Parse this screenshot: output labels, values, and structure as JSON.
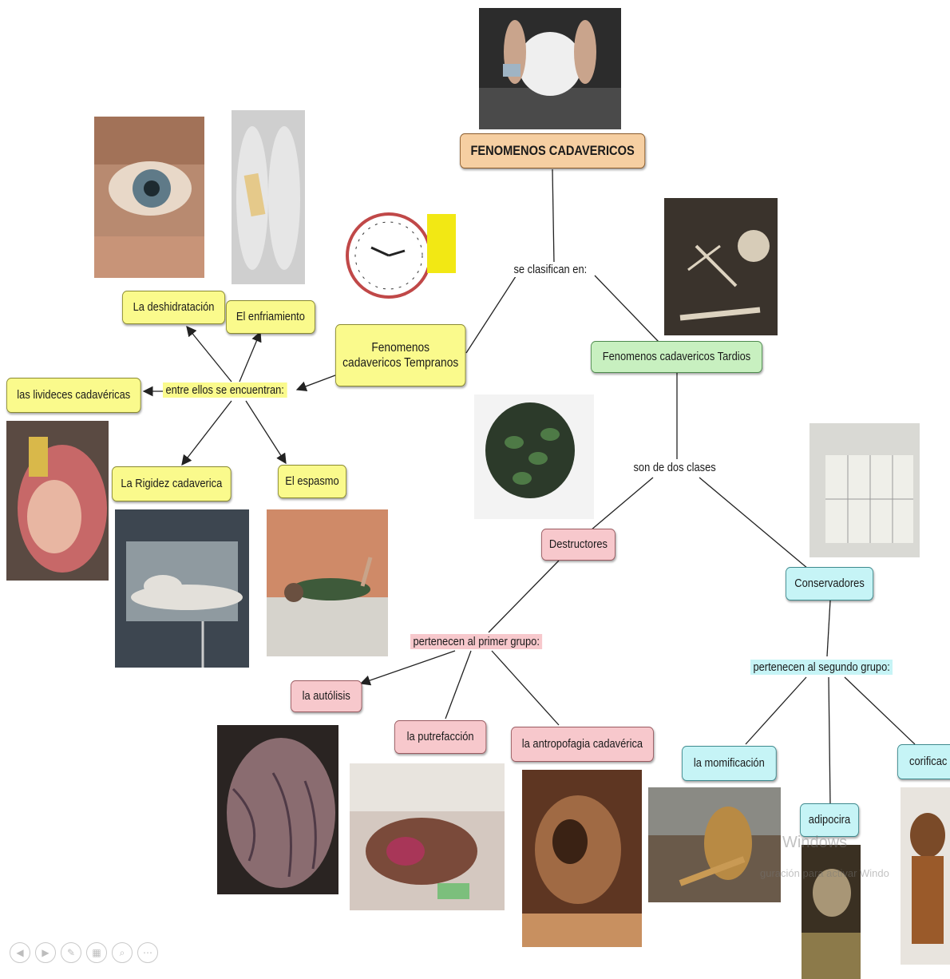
{
  "title": "FENOMENOS CADAVERICOS",
  "nodes": {
    "tempranos": "Fenomenos cadavericos Tempranos",
    "tardios": "Fenomenos cadavericos Tardios",
    "deshidratacion": "La deshidratación",
    "enfriamiento": "El enfriamiento",
    "livideces": "las livideces cadavéricas",
    "rigidez": "La Rigidez cadaverica",
    "espasmo": "El espasmo",
    "destructores": "Destructores",
    "conservadores": "Conservadores",
    "autolisis": "la autólisis",
    "putrefaccion": "la putrefacción",
    "antropofagia": "la antropofagia cadavérica",
    "momificacion": "la momificación",
    "adipocira": "adipocira",
    "corificacion": "corificac"
  },
  "links": {
    "se_clasifican": "se clasifican en:",
    "entre_ellos": "entre ellos se encuentran:",
    "son_de_dos": "son de dos clases",
    "primer_grupo": "pertenecen al primer grupo:",
    "segundo_grupo": "pertenecen al segundo grupo:"
  },
  "watermark": {
    "line1": "Windows",
    "line2": "guración para activar Windo"
  },
  "colors": {
    "yellow": "#fafa8c",
    "green": "#c8f0c0",
    "pink": "#f7c8cc",
    "cyan": "#c6f4f6",
    "orange": "#f6cfa2"
  },
  "nav_icons": [
    "back-icon",
    "play-icon",
    "pencil-icon",
    "slide-icon",
    "zoom-icon",
    "more-icon"
  ]
}
